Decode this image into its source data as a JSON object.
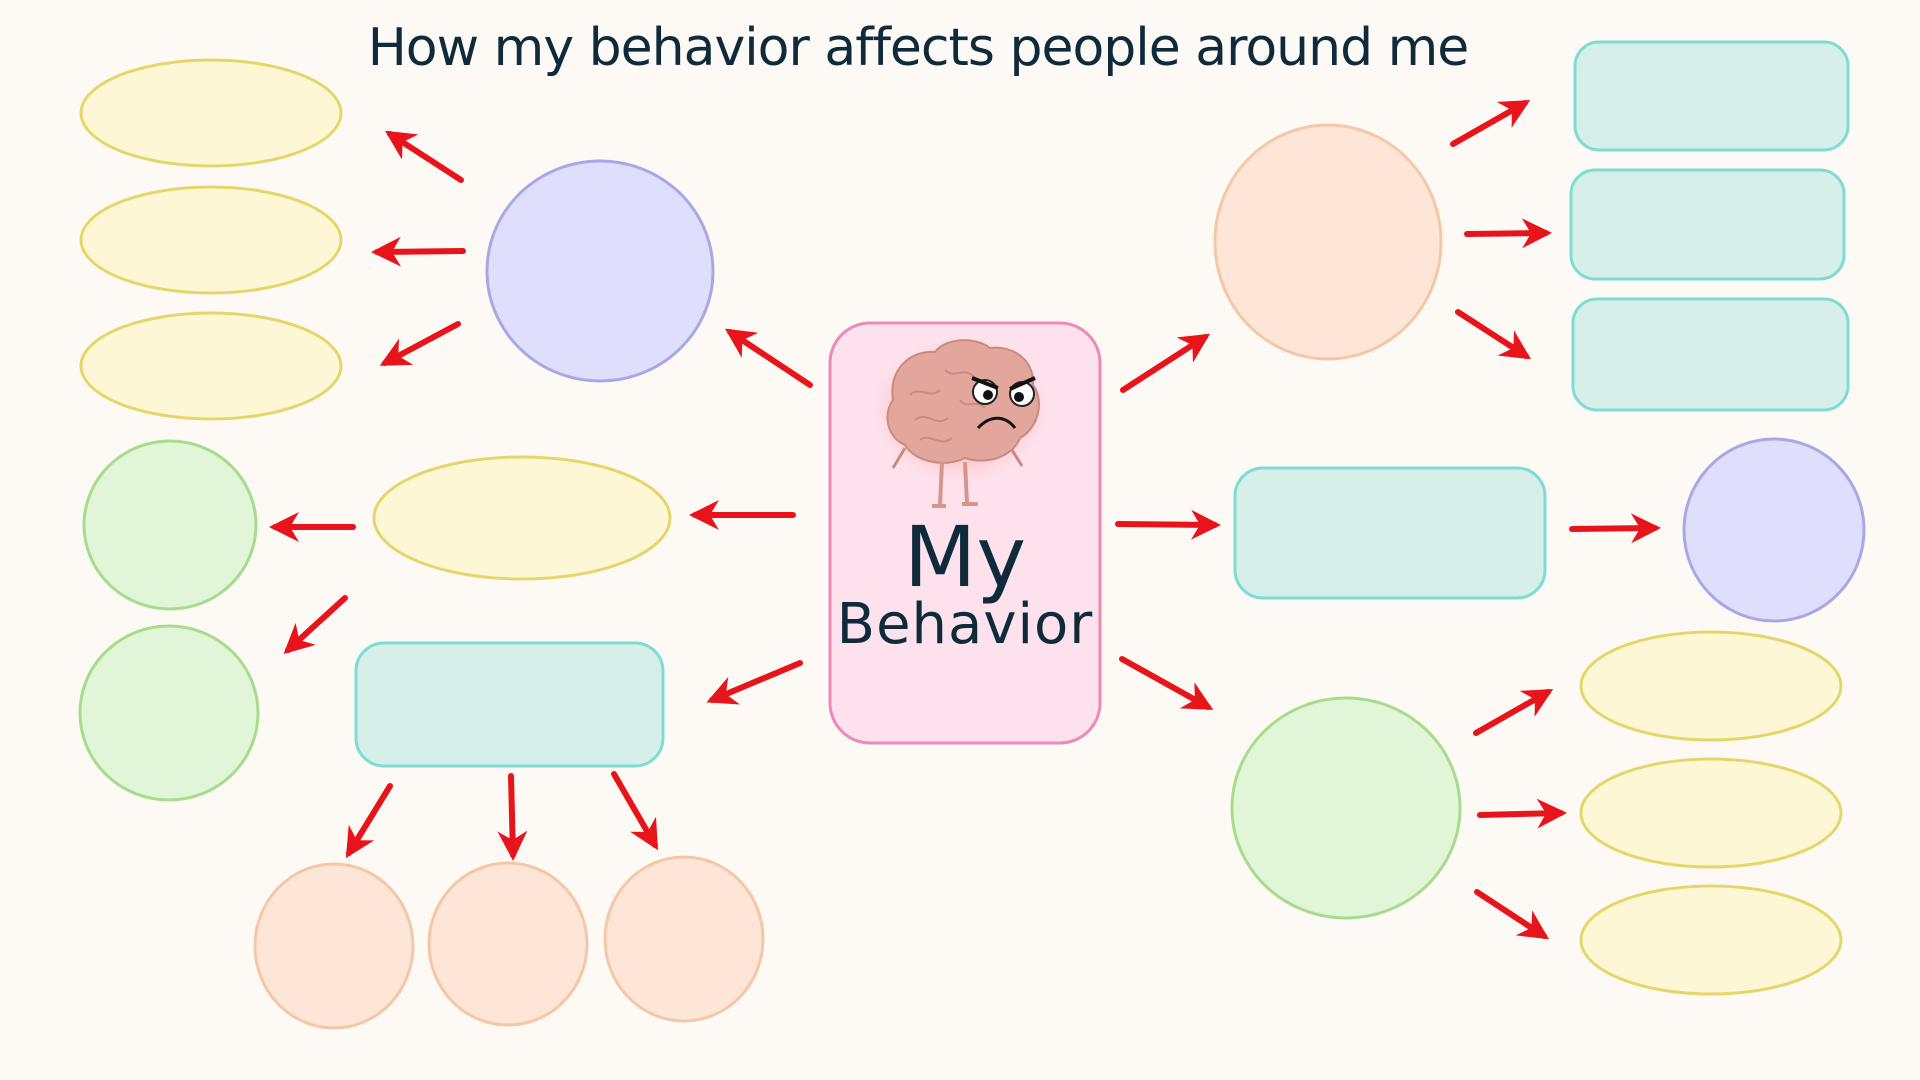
{
  "title": "How my behavior affects people around me",
  "center": {
    "line1": "My",
    "line2": "Behavior",
    "character": "angry-brain-character"
  },
  "colors": {
    "background": "#fdfaf5",
    "arrow": "#e8141c",
    "title_text": "#0f2a3a",
    "center_fill": "#fde2ee",
    "center_stroke": "#ec8ab8",
    "yellow_fill": "#fef7d6",
    "yellow_stroke": "#e6d66a",
    "purple_fill": "#dfdefc",
    "purple_stroke": "#a9a7e6",
    "teal_fill": "#d6efe9",
    "teal_stroke": "#7fdcd2",
    "peach_fill": "#fde6d8",
    "peach_stroke": "#f6c7a6",
    "green_fill": "#e1f5d8",
    "green_stroke": "#a6dc8c"
  }
}
